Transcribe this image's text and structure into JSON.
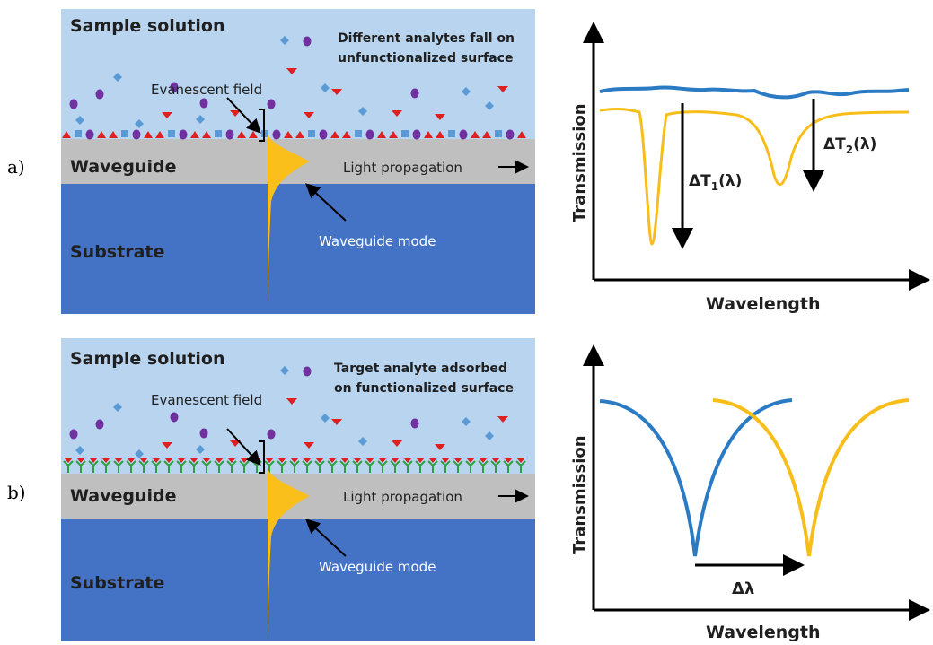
{
  "colors": {
    "sample_solution": "#b8d4ef",
    "waveguide": "#bfbfbf",
    "substrate": "#4472c4",
    "mode": "#fbbf1b",
    "curve_blue": "#2a7bc4",
    "curve_yellow": "#f7be1a",
    "purple": "#7030a0",
    "red": "#e02020",
    "diamond": "#5b9bd5",
    "green": "#2e9e3e"
  },
  "panel_a": {
    "label": "a)",
    "sample_solution": "Sample solution",
    "analyte_note_line1": "Different analytes fall on",
    "analyte_note_line2": "unfunctionalized surface",
    "evanescent_field": "Evanescent field",
    "waveguide": "Waveguide",
    "light_propagation": "Light propagation",
    "substrate": "Substrate",
    "waveguide_mode": "Waveguide  mode",
    "plot_ylabel": "Transmission",
    "plot_xlabel": "Wavelength",
    "delta_t1": "ΔT",
    "delta_t1_sub": "1",
    "delta_t1_arg": "(λ)",
    "delta_t2": "ΔT",
    "delta_t2_sub": "2",
    "delta_t2_arg": "(λ)"
  },
  "panel_b": {
    "label": "b)",
    "sample_solution": "Sample solution",
    "analyte_note_line1": "Target analyte adsorbed",
    "analyte_note_line2": "on functionalized surface",
    "evanescent_field": "Evanescent field",
    "waveguide": "Waveguide",
    "light_propagation": "Light propagation",
    "substrate": "Substrate",
    "waveguide_mode": "Waveguide  mode",
    "plot_ylabel": "Transmission",
    "plot_xlabel": "Wavelength",
    "delta_lambda": "Δλ"
  }
}
